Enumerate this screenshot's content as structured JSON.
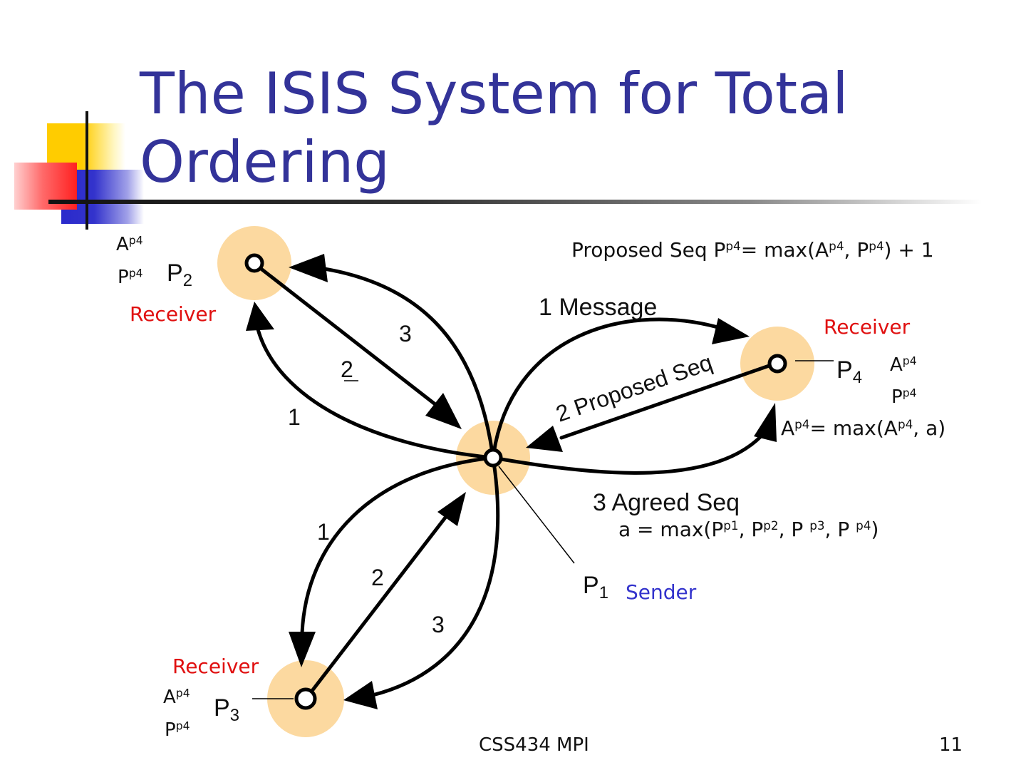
{
  "slide": {
    "title": "The ISIS System for Total Ordering",
    "footer_center": "CSS434 MPI",
    "page_number": "11"
  },
  "nodes": {
    "p1": {
      "letter": "P",
      "index": "1",
      "role": "Sender"
    },
    "p2": {
      "letter": "P",
      "index": "2",
      "role": "Receiver"
    },
    "p3": {
      "letter": "P",
      "index": "3",
      "role": "Receiver"
    },
    "p4": {
      "letter": "P",
      "index": "4",
      "role": "Receiver"
    }
  },
  "vars": {
    "a_letter": "A",
    "p_letter": "P",
    "sup": "p4"
  },
  "edge_labels": {
    "p2_1": "1",
    "p2_2": "2",
    "p2_3": "3",
    "p3_1": "1",
    "p3_2": "2",
    "p3_3": "3",
    "msg": "1 Message",
    "proposed": "2 Proposed Seq",
    "agreed": "3 Agreed Seq"
  },
  "formulas": {
    "proposed": {
      "prefix": "Proposed Seq P",
      "sup1": "p4",
      "mid1": "= max(A",
      "sup2": "p4",
      "mid2": ", P",
      "sup3": "p4",
      "suffix": ") + 1"
    },
    "a4": {
      "prefix": "A",
      "sup1": "p4",
      "mid1": "= max(A",
      "sup2": "p4",
      "suffix": ", a)"
    },
    "agreed": {
      "prefix": "a = max(P",
      "sup1": "p1",
      "mid1": ", P",
      "sup2": "p2",
      "mid2": ", P ",
      "sup3": "p3",
      "mid3": ", P ",
      "sup4": "p4",
      "suffix": ")"
    }
  },
  "colors": {
    "title": "#333399",
    "receiver": "#e01010",
    "sender": "#3333cc",
    "node_glow": "#fcd9a0",
    "edge": "#000000"
  }
}
